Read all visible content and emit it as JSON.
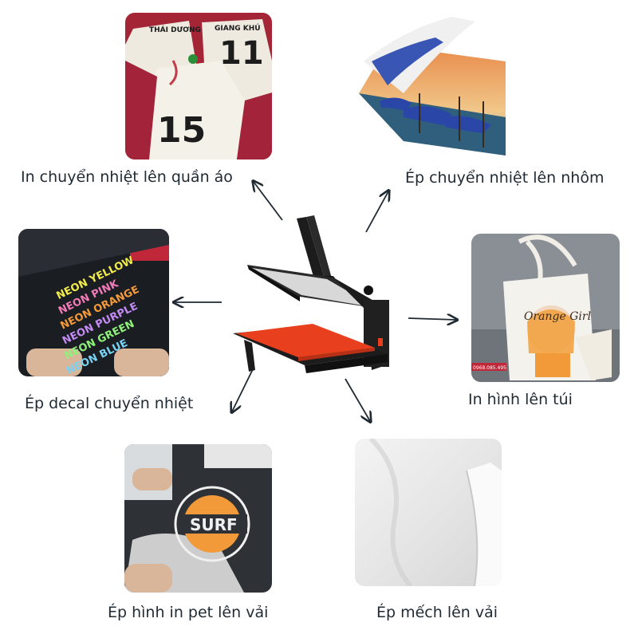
{
  "center": {
    "icon": "heat-press-machine-icon"
  },
  "applications": [
    {
      "id": "clothing",
      "label": "In chuyển nhiệt lên quần áo",
      "icon": "printed-jerseys-image",
      "jersey_texts": [
        "THÁI DƯƠNG",
        "GIANG KHÚ",
        "15",
        "11"
      ]
    },
    {
      "id": "aluminum",
      "label": "Ép chuyển nhiệt lên nhôm",
      "icon": "aluminum-photo-print-image"
    },
    {
      "id": "decal",
      "label": "Ép decal chuyển nhiệt",
      "icon": "neon-decal-sheet-image",
      "decal_texts": [
        "NEON YELLOW",
        "NEON PINK",
        "NEON ORANGE",
        "NEON PURPLE",
        "NEON GREEN",
        "NEON BLUE"
      ]
    },
    {
      "id": "bag",
      "label": "In hình lên túi",
      "icon": "tote-bag-image",
      "bag_text": "Orange Girl",
      "phone": "0968.085.495"
    },
    {
      "id": "pet",
      "label": "Ép hình in pet lên vải",
      "icon": "pet-film-transfer-image",
      "logo_text": "SURF"
    },
    {
      "id": "interfacing",
      "label": "Ép mếch lên vải",
      "icon": "fabric-interfacing-image"
    }
  ],
  "colors": {
    "arrow": "#1f2a33",
    "label": "#1f2a33",
    "platen": "#e8401f",
    "machine": "#1c1c1c"
  }
}
